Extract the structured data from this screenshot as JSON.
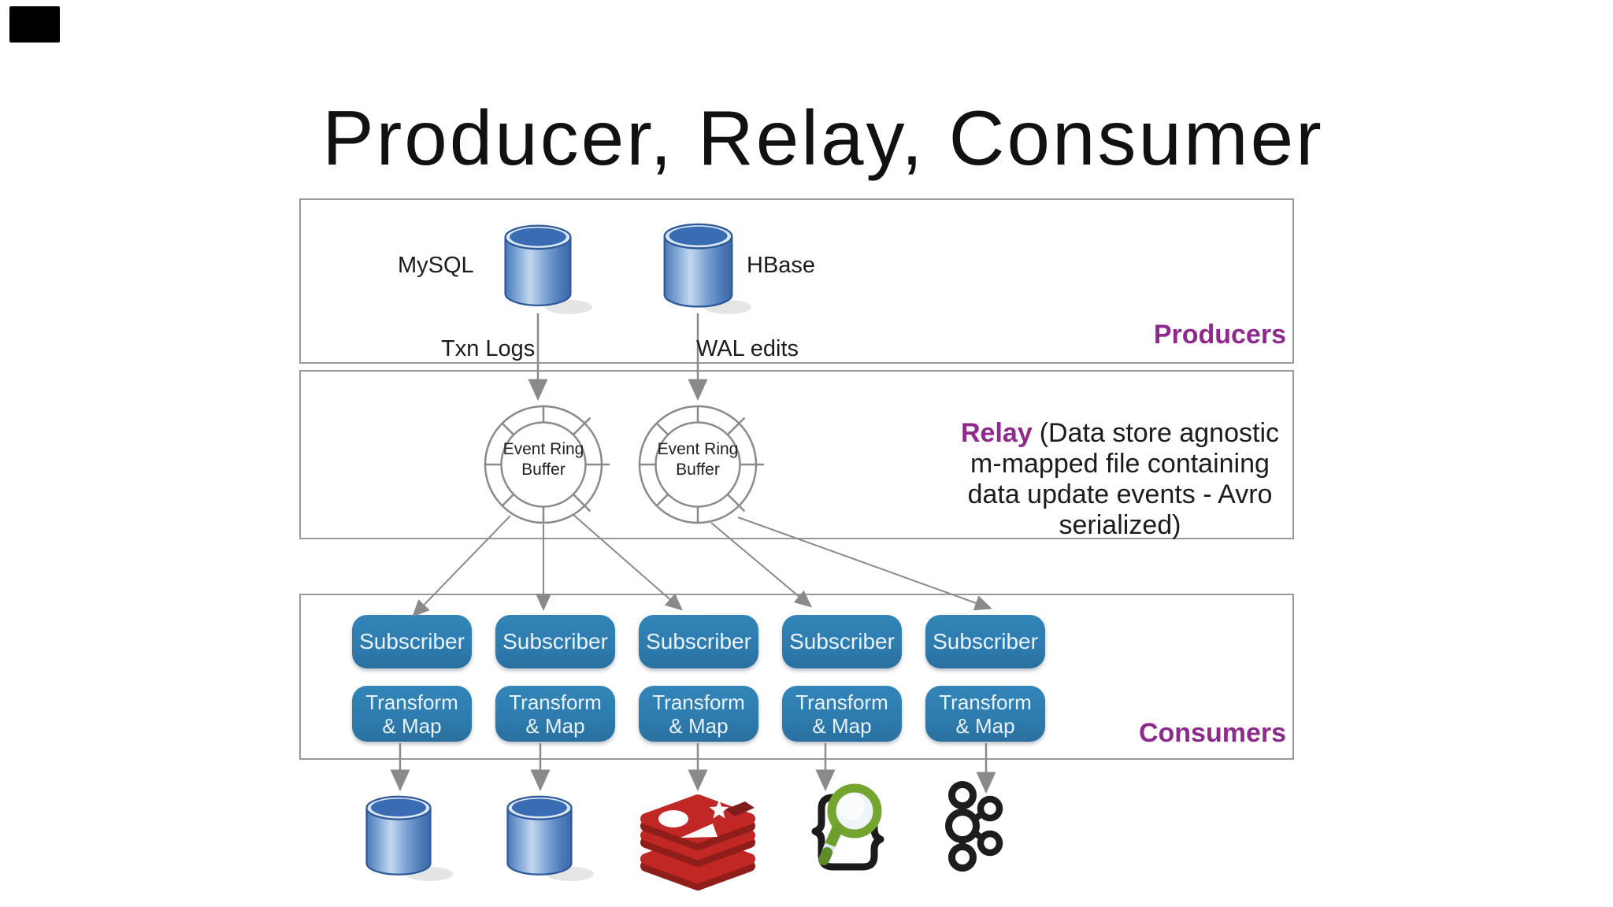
{
  "slide": {
    "title": "Producer, Relay, Consumer"
  },
  "producers": {
    "section_label": "Producers",
    "sources": [
      {
        "name": "MySQL",
        "stream_label": "Txn Logs",
        "icon": "database-cylinder-icon"
      },
      {
        "name": "HBase",
        "stream_label": "WAL edits",
        "icon": "database-cylinder-icon"
      }
    ]
  },
  "relay": {
    "label_bold": "Relay",
    "desc_line1": "(Data store agnostic",
    "desc_line2": "m-mapped file containing",
    "desc_line3": "data update events - Avro",
    "desc_line4": "serialized)",
    "ring_buffers": [
      {
        "line1": "Event Ring",
        "line2": "Buffer"
      },
      {
        "line1": "Event Ring",
        "line2": "Buffer"
      }
    ]
  },
  "consumers": {
    "section_label": "Consumers",
    "subscribers": [
      "Subscriber",
      "Subscriber",
      "Subscriber",
      "Subscriber",
      "Subscriber"
    ],
    "transforms": [
      {
        "line1": "Transform",
        "line2": "& Map"
      },
      {
        "line1": "Transform",
        "line2": "& Map"
      },
      {
        "line1": "Transform",
        "line2": "& Map"
      },
      {
        "line1": "Transform",
        "line2": "& Map"
      },
      {
        "line1": "Transform",
        "line2": "& Map"
      }
    ]
  },
  "sinks": [
    "database-cylinder-icon",
    "database-cylinder-icon",
    "redis-icon",
    "elasticsearch-icon",
    "kafka-icon"
  ],
  "colors": {
    "accent_purple": "#8e2a8e",
    "button_blue": "#2e7cb0",
    "box_border_gray": "#999999",
    "arrow_gray": "#8a8a8a",
    "database_blue": "#3a6cb4",
    "redis_red": "#c02725",
    "elasticsearch_green": "#74a52f",
    "kafka_black": "#1d1d1d",
    "title_black": "#111111"
  }
}
